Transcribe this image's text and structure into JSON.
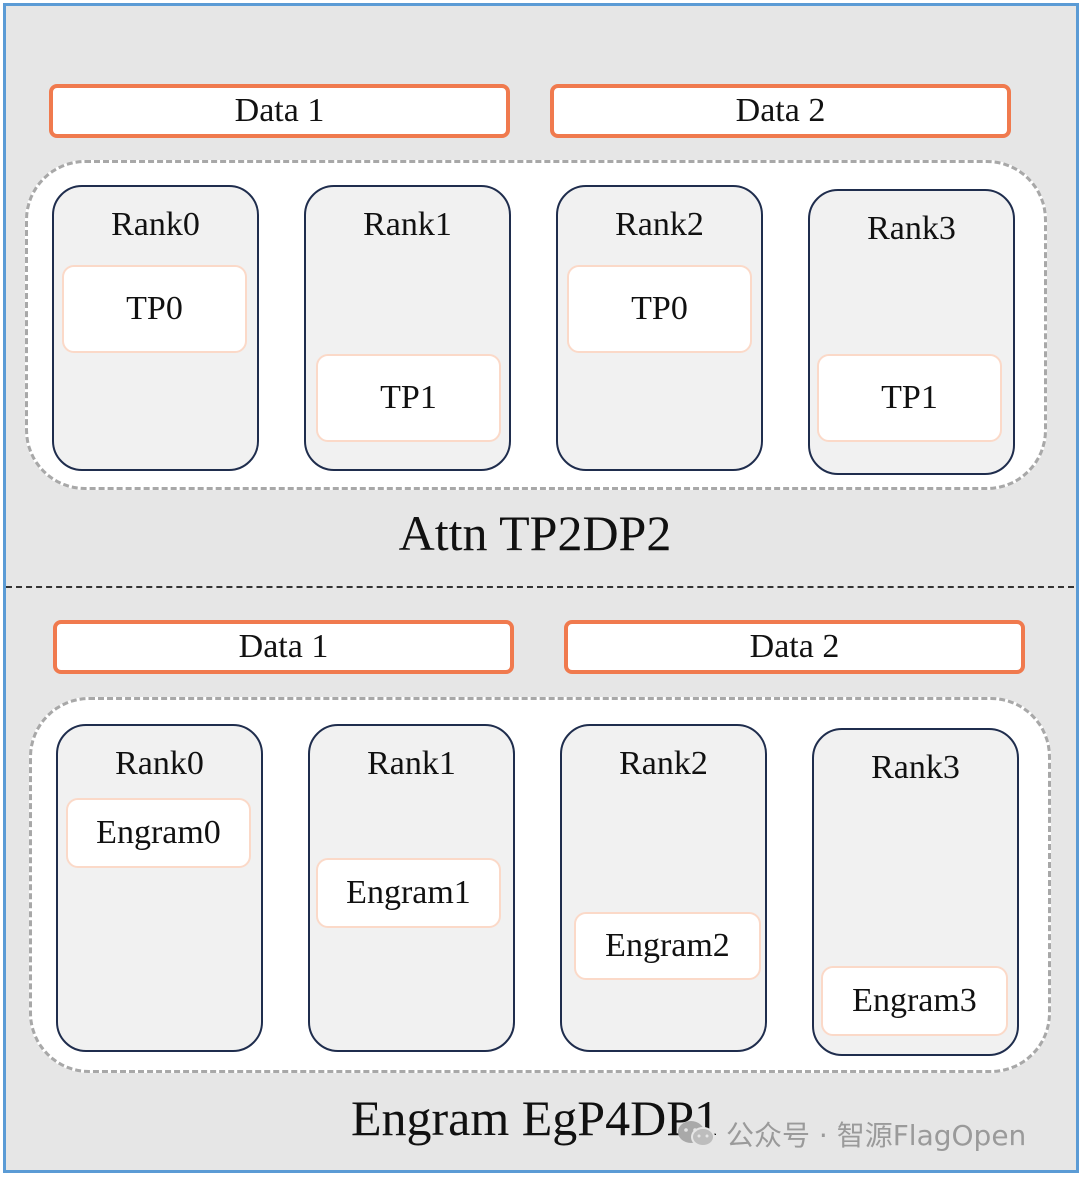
{
  "top": {
    "data_labels": [
      "Data 1",
      "Data 2"
    ],
    "ranks": [
      {
        "label": "Rank0",
        "item": "TP0"
      },
      {
        "label": "Rank1",
        "item": "TP1"
      },
      {
        "label": "Rank2",
        "item": "TP0"
      },
      {
        "label": "Rank3",
        "item": "TP1"
      }
    ],
    "title": "Attn TP2DP2"
  },
  "bottom": {
    "data_labels": [
      "Data 1",
      "Data 2"
    ],
    "ranks": [
      {
        "label": "Rank0",
        "item": "Engram0"
      },
      {
        "label": "Rank1",
        "item": "Engram1"
      },
      {
        "label": "Rank2",
        "item": "Engram2"
      },
      {
        "label": "Rank3",
        "item": "Engram3"
      }
    ],
    "title": "Engram EgP4DP1"
  },
  "watermark": {
    "text": "公众号 · 智源FlagOpen",
    "icon": "wechat-icon"
  },
  "colors": {
    "frame_border": "#5b9bd5",
    "data_border": "#f07a4e",
    "rank_border": "#1f2d4d",
    "inner_border": "#fbd9c8"
  }
}
